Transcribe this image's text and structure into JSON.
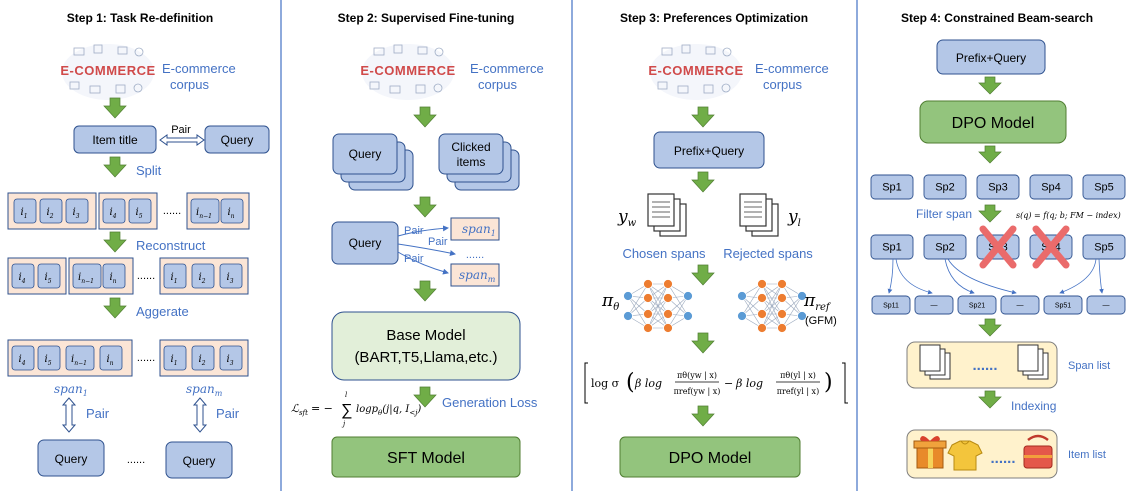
{
  "steps": [
    {
      "title": "Step 1: Task Re-definition"
    },
    {
      "title": "Step 2: Supervised Fine-tuning"
    },
    {
      "title": "Step 3: Preferences Optimization"
    },
    {
      "title": "Step 4: Constrained Beam-search"
    }
  ],
  "logo": {
    "text": "E-COMMERCE"
  },
  "corpus_label": [
    "E-commerce",
    "corpus"
  ],
  "step1": {
    "item_title": "Item title",
    "pair": "Pair",
    "query": "Query",
    "split": "Split",
    "reconstruct": "Reconstruct",
    "aggregate": "Aggerate",
    "dots": "......",
    "span1": "span",
    "span1_sub": "1",
    "spanm": "span",
    "spanm_sub": "m",
    "row1": [
      {
        "b": "i",
        "s": "1"
      },
      {
        "b": "i",
        "s": "2"
      },
      {
        "b": "i",
        "s": "3"
      },
      {
        "b": "i",
        "s": "4"
      },
      {
        "b": "i",
        "s": "5"
      },
      {
        "b": "i",
        "s": "n−1"
      },
      {
        "b": "i",
        "s": "n"
      }
    ],
    "row2": [
      {
        "b": "i",
        "s": "4"
      },
      {
        "b": "i",
        "s": "5"
      },
      {
        "b": "i",
        "s": "n−1"
      },
      {
        "b": "i",
        "s": "n"
      },
      {
        "b": "i",
        "s": "1"
      },
      {
        "b": "i",
        "s": "2"
      },
      {
        "b": "i",
        "s": "3"
      }
    ],
    "row3": [
      {
        "b": "i",
        "s": "4"
      },
      {
        "b": "i",
        "s": "5"
      },
      {
        "b": "i",
        "s": "n−1"
      },
      {
        "b": "i",
        "s": "n"
      },
      {
        "b": "i",
        "s": "1"
      },
      {
        "b": "i",
        "s": "2"
      },
      {
        "b": "i",
        "s": "3"
      }
    ]
  },
  "step2": {
    "query": "Query",
    "clicked": [
      "Clicked",
      "items"
    ],
    "pair": "Pair",
    "span1": "span",
    "span1_sub": "1",
    "spanm": "span",
    "spanm_sub": "m",
    "dots": "......",
    "base_model": [
      "Base Model",
      "(BART,T5,Llama,etc.)"
    ],
    "loss_formula": "ℒ",
    "loss_sub": "sft",
    "loss_rest": "= −",
    "loss_sum_top": "l",
    "loss_sum_bottom": "j",
    "loss_term": "logp",
    "loss_theta": "θ",
    "loss_args": "(j|q, I",
    "loss_args_sub": "<j",
    "loss_close": ")",
    "generation_loss": "Generation Loss",
    "sft_model": "SFT Model"
  },
  "step3": {
    "prefix_query": "Prefix+Query",
    "yw": "y",
    "yw_sub": "w",
    "yl": "y",
    "yl_sub": "l",
    "chosen": "Chosen spans",
    "rejected": "Rejected spans",
    "pi": "π",
    "pi_theta_sub": "θ",
    "pi_ref_sub": "ref",
    "gfm": "(GFM)",
    "dpo_model": "DPO Model",
    "formula": {
      "lead": "log σ",
      "beta": "β log",
      "num1": "πθ(yw | x)",
      "den1": "πref(yw | x)",
      "minus": "−",
      "num2": "πθ(yl | x)",
      "den2": "πref(yl | x)"
    }
  },
  "step4": {
    "prefix_query": "Prefix+Query",
    "dpo_model": "DPO Model",
    "spans_top": [
      "Sp1",
      "Sp2",
      "Sp3",
      "Sp4",
      "Sp5"
    ],
    "filter_span": "Filter span",
    "score": "s(q) = f(q; b; FM − index)",
    "spans_mid": [
      "Sp1",
      "Sp2",
      "Sp3",
      "Sp4",
      "Sp5"
    ],
    "spans_small": [
      "Sp11",
      "—",
      "Sp21",
      "—",
      "Sp51",
      "—"
    ],
    "dots": "......",
    "span_list": "Span list",
    "indexing": "Indexing",
    "item_list": "Item list"
  },
  "colors": {
    "box_fill": "#b4c7e7",
    "box_stroke": "#2f528f",
    "arrow_fill": "#70ad47",
    "arrow_stroke": "#507e32",
    "green_box": "#93c47d",
    "green_light": "#e2efd9",
    "blue_text": "#4472c4",
    "peach": "#fbe5d6",
    "yellow": "#fff2cc",
    "red_x": "#ea6b6b"
  }
}
